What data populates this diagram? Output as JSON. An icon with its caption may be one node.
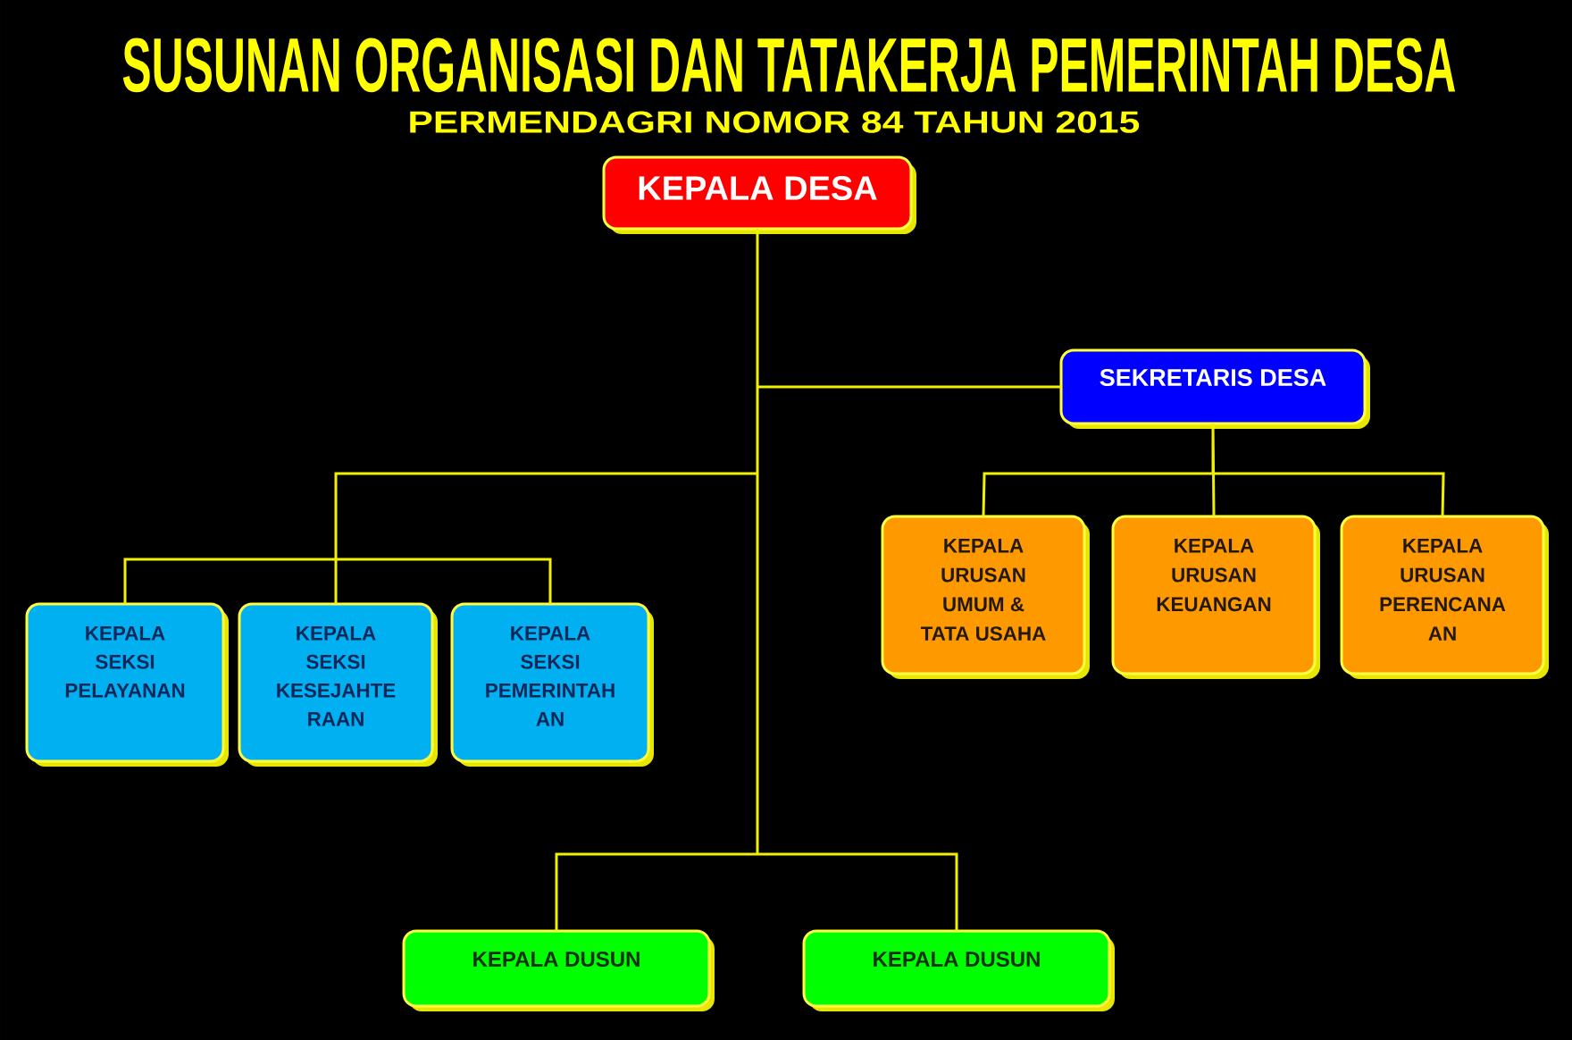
{
  "diagram": {
    "title": "SUSUNAN ORGANISASI DAN TATAKERJA PEMERINTAH DESA",
    "nodes": [
      {
        "text": [
          "KEPALA DESA"
        ]
      },
      {
        "text": [
          "SEKRETARIS DESA"
        ]
      },
      {
        "text": [
          "KEPALA URUSAN UMUM & TATA USAHA"
        ]
      },
      {
        "text": [
          "KEPALA URUSAN KEUANGAN"
        ]
      },
      {
        "text": [
          "KEPALA URUSAN PERENCANA AN"
        ]
      },
      {
        "text": [
          "KEPALA SEKSI PELAYANAN"
        ]
      },
      {
        "text": [
          "KEPALA SEKSI KESEJAHTE RAAN"
        ]
      },
      {
        "text": [
          "KEPALA SEKSI PEMERINTAH AN"
        ]
      },
      {
        "text": [
          "KEPALA DUSUN"
        ]
      },
      {
        "text": [
          "KEPALA DUSUN"
        ]
      }
    ],
    "edges": [
      {
        "from": 0,
        "to": 1,
        "arrow": "none"
      },
      {
        "from": 1,
        "to": 2,
        "arrow": "none"
      },
      {
        "from": 1,
        "to": 3,
        "arrow": "none"
      },
      {
        "from": 1,
        "to": 4,
        "arrow": "none"
      },
      {
        "from": 0,
        "to": 5,
        "arrow": "none"
      },
      {
        "from": 0,
        "to": 6,
        "arrow": "none"
      },
      {
        "from": 0,
        "to": 7,
        "arrow": "none"
      },
      {
        "from": 0,
        "to": 8,
        "arrow": "none"
      },
      {
        "from": 0,
        "to": 9,
        "arrow": "none"
      }
    ],
    "labels": [
      "PERMENDAGRI NOMOR 84 TAHUN 2015"
    ]
  }
}
